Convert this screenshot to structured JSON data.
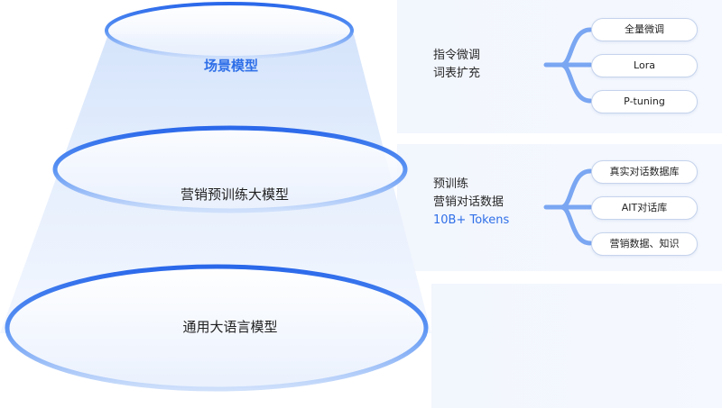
{
  "tiers": [
    {
      "label": "场景模型"
    },
    {
      "label": "营销预训练大模型"
    },
    {
      "label": "通用大语言模型"
    }
  ],
  "details": [
    {
      "lines": [
        "指令微调",
        "词表扩充"
      ],
      "options": [
        "全量微调",
        "Lora",
        "P-tuning"
      ]
    },
    {
      "lines": [
        "预训练",
        "营销对话数据"
      ],
      "highlight": "10B+ Tokens",
      "options": [
        "真实对话数据库",
        "AIT对话库",
        "营销数据、知识"
      ]
    }
  ],
  "colors": {
    "accent": "#2f6fe8",
    "ring": "#3d7cf0",
    "connector": "#7aa6f2"
  }
}
